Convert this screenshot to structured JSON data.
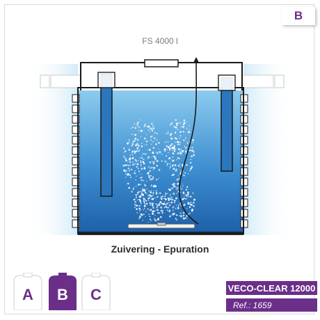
{
  "corner_badge": "B",
  "tank_label": "FS 4000 l",
  "caption": "Zuivering - Epuration",
  "stages": [
    {
      "letter": "A",
      "active": false
    },
    {
      "letter": "B",
      "active": true
    },
    {
      "letter": "C",
      "active": false
    }
  ],
  "product": {
    "model": "VECO-CLEAR 12000",
    "ref": "Ref.: 1659"
  },
  "colors": {
    "accent": "#6b2f8a",
    "water_light": "#7cbfe8",
    "water_dark": "#1f66b0",
    "outline": "#1a1a1a"
  }
}
